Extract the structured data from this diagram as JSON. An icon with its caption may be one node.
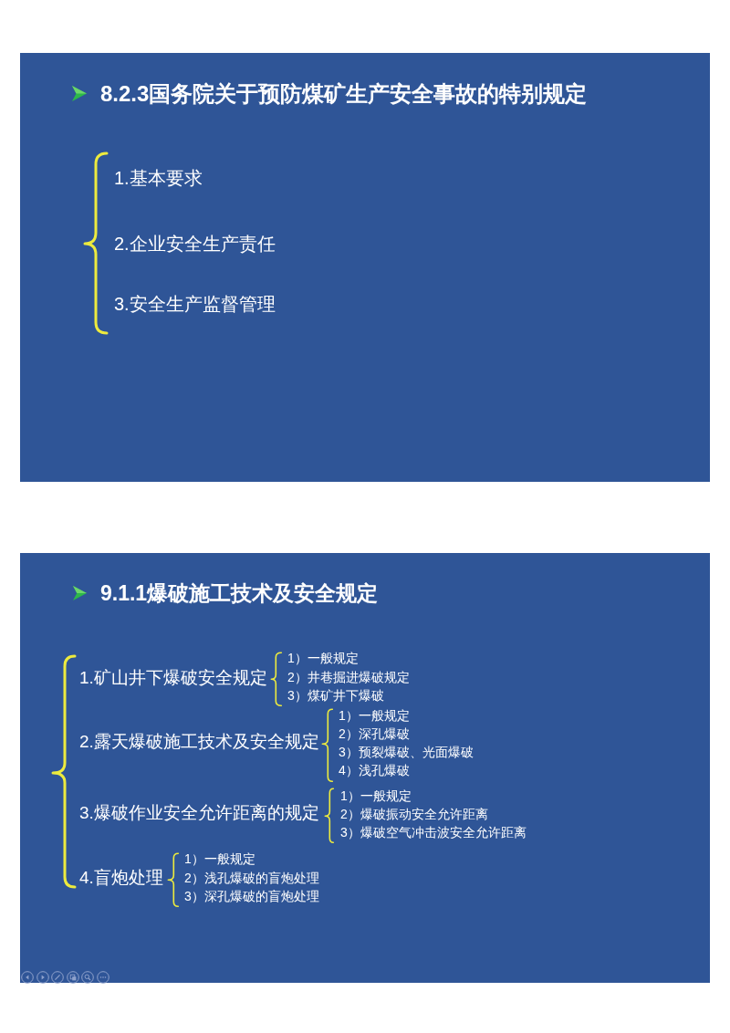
{
  "diagram": {
    "nodes": [
      {
        "text": [
          "8.2.3国务院关于预防煤矿生产安全事故的特别规定"
        ]
      },
      {
        "text": [
          "1.基本要求"
        ],
        "in": 0
      },
      {
        "text": [
          "2.企业安全生产责任"
        ],
        "in": 0
      },
      {
        "text": [
          "3.安全生产监督管理"
        ],
        "in": 0
      },
      {
        "text": [
          "9.1.1爆破施工技术及安全规定"
        ]
      },
      {
        "text": [
          "1.矿山井下爆破安全规定"
        ],
        "in": 4
      },
      {
        "text": [
          "1）一般规定"
        ],
        "in": 4
      },
      {
        "text": [
          "2）井巷掘进爆破规定"
        ],
        "in": 4
      },
      {
        "text": [
          "3）煤矿井下爆破"
        ],
        "in": 4
      },
      {
        "text": [
          "2.露天爆破施工技术及安全规定"
        ],
        "in": 4
      },
      {
        "text": [
          "1）一般规定"
        ],
        "in": 4
      },
      {
        "text": [
          "2）深孔爆破"
        ],
        "in": 4
      },
      {
        "text": [
          "3）预裂爆破、光面爆破"
        ],
        "in": 4
      },
      {
        "text": [
          "4）浅孔爆破"
        ],
        "in": 4
      },
      {
        "text": [
          "3.爆破作业安全允许距离的规定"
        ],
        "in": 4
      },
      {
        "text": [
          "1）一般规定"
        ],
        "in": 4
      },
      {
        "text": [
          "2）爆破振动安全允许距离"
        ],
        "in": 4
      },
      {
        "text": [
          "3）爆破空气冲击波安全允许距离"
        ],
        "in": 4
      },
      {
        "text": [
          "4.盲炮处理"
        ],
        "in": 4
      },
      {
        "text": [
          "1）一般规定"
        ],
        "in": 4
      },
      {
        "text": [
          "2）浅孔爆破的盲炮处理"
        ],
        "in": 4
      },
      {
        "text": [
          "3）深孔爆破的盲炮处理"
        ],
        "in": 4
      }
    ]
  }
}
